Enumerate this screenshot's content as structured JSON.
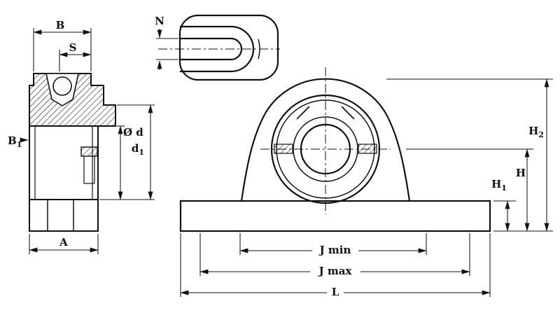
{
  "labels": {
    "side_view": {
      "B": "B",
      "S": "S",
      "B1_base": "B",
      "B1_sub": "1",
      "phi_d": "Ø d",
      "d1_base": "d",
      "d1_sub": "1",
      "A": "A"
    },
    "top_view": {
      "N": "N"
    },
    "front_view": {
      "H2_base": "H",
      "H2_sub": "2",
      "H": "H",
      "H1_base": "H",
      "H1_sub": "1",
      "J_min": "J min",
      "J_max": "J max",
      "L": "L"
    }
  },
  "colors": {
    "ink": "#111111",
    "paper": "#ffffff"
  }
}
